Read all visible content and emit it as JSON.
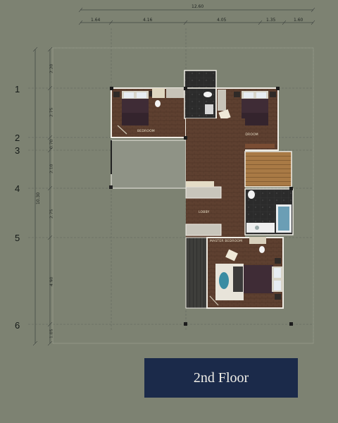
{
  "title": "2nd Floor",
  "dimensions": {
    "overall_width": "12.60",
    "top_segments": [
      "1.64",
      "4.16",
      "4.05",
      "1.35",
      "1.60"
    ],
    "overall_depth": "10.30",
    "left_segments": [
      "2.20",
      "2.75",
      "0.70",
      "2.10",
      "2.75",
      "4.90",
      "1.05"
    ]
  },
  "grid_axes": [
    "1",
    "2",
    "3",
    "4",
    "5",
    "6"
  ],
  "rooms": {
    "bedroom_left": "BEDROOM",
    "bedroom_right": "BEDROOM",
    "lobby": "LOBBY",
    "master_bedroom": "MASTER BEDROOM"
  },
  "colors": {
    "background": "#7d8272",
    "title_box": "#1b2a4a",
    "floor_wood": "#5e4030",
    "wall": "#efece4"
  }
}
